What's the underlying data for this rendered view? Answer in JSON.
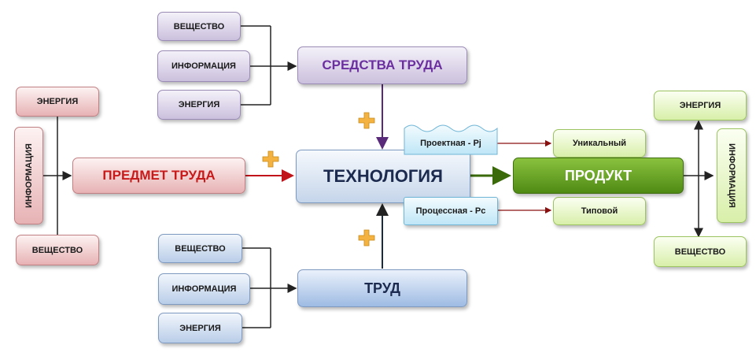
{
  "sredstva_truda": {
    "title": "СРЕДСТВА ТРУДА",
    "inputs": [
      "ВЕЩЕСТВО",
      "ИНФОРМАЦИЯ",
      "ЭНЕРГИЯ"
    ]
  },
  "predmet_truda": {
    "title": "ПРЕДМЕТ ТРУДА",
    "inputs": [
      "ЭНЕРГИЯ",
      "ИНФОРМАЦИЯ",
      "ВЕЩЕСТВО"
    ]
  },
  "technology": {
    "title": "ТЕХНОЛОГИЯ"
  },
  "trud": {
    "title": "ТРУД",
    "inputs": [
      "ВЕЩЕСТВО",
      "ИНФОРМАЦИЯ",
      "ЭНЕРГИЯ"
    ]
  },
  "product": {
    "title": "ПРОДУКТ",
    "outputs": [
      "ЭНЕРГИЯ",
      "ИНФОРМАЦИЯ",
      "ВЕЩЕСТВО"
    ]
  },
  "process_types": {
    "project": "Проектная - Pj",
    "process": "Процессная - Pc"
  },
  "product_types": {
    "unique": "Уникальный",
    "typical": "Типовой"
  },
  "colors": {
    "purple_text": "#6b2fa0",
    "red_text": "#c81a1a",
    "tech_text": "#1b2a4e",
    "trud_text": "#1b2a4e",
    "product_text": "#ffffff",
    "product_fill": "#5e9a1d",
    "arrow_dark": "#222222",
    "arrow_purple": "#5a2a7a",
    "arrow_red": "#c0141a",
    "arrow_green": "#3a6a0a",
    "arrow_darkred": "#8a1010",
    "plus_fill": "#f4b340"
  }
}
